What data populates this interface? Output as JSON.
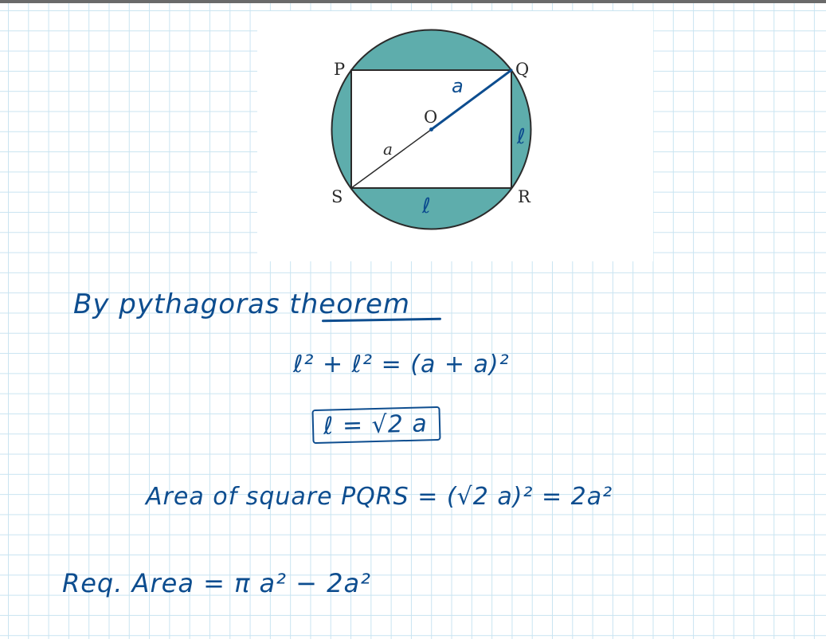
{
  "figure": {
    "labels": {
      "p": "P",
      "q": "Q",
      "r": "R",
      "s": "S",
      "o": "O",
      "a_lower_half": "a",
      "a_upper_half": "a",
      "side_right": "ℓ",
      "side_bottom": "ℓ"
    },
    "colors": {
      "shaded_region": "#5eadac",
      "outline": "#2b2b2b",
      "handwritten_ink": "#0d4d8f"
    }
  },
  "notes": {
    "theorem_line": "By pythagoras theorem",
    "equation_line": "ℓ² + ℓ² = (a + a)²",
    "result_boxed": "ℓ = √2 a",
    "area_square_line": "Area of square PQRS = (√2 a)² = 2a²",
    "required_area_line": "Req. Area = π a² − 2a²"
  }
}
